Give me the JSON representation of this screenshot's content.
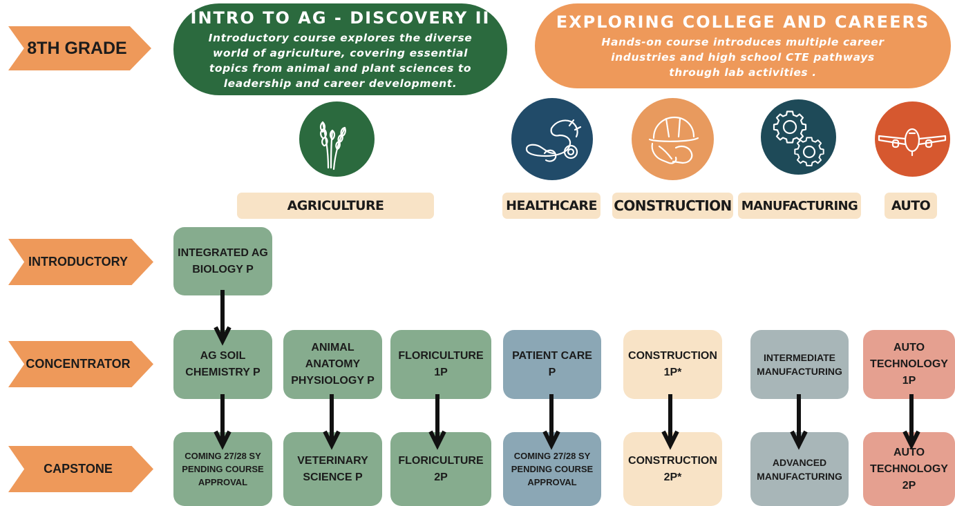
{
  "rows": {
    "eighth": "8TH GRADE",
    "intro": "INTRODUCTORY",
    "concentrator": "CONCENTRATOR",
    "capstone": "CAPSTONE"
  },
  "header": {
    "ag_title": "INTRO TO AG - DISCOVERY II",
    "ag_desc": "Introductory course explores the diverse\nworld of agriculture, covering essential\ntopics from animal and plant sciences to\nleadership and career development.",
    "ecc_title": "EXPLORING COLLEGE AND CAREERS",
    "ecc_desc": "Hands-on course introduces multiple career\nindustries and high school CTE pathways\nthrough lab activities ."
  },
  "pathways": {
    "agriculture": "AGRICULTURE",
    "healthcare": "HEALTHCARE",
    "construction": "CONSTRUCTION",
    "manufacturing": "MANUFACTURING",
    "auto": "AUTO"
  },
  "icons": [
    "wheat-icon",
    "stethoscope-icon",
    "hard-hat-gloves-icon",
    "gears-icon",
    "airplane-icon"
  ],
  "colors": {
    "ag_green": "#2b6a3e",
    "ecc_orange": "#ee995a",
    "health_blue": "#214b69",
    "construction_orange": "#e89a5e",
    "manufacturing_teal": "#1e4a58",
    "auto_red": "#d6582f"
  },
  "courses": {
    "integrated_ag_bio": "INTEGRATED AG\nBIOLOGY P",
    "ag_soil": "AG SOIL\nCHEMISTRY P",
    "animal_anatomy": "ANIMAL\nANATOMY\nPHYSIOLOGY P",
    "floriculture_1": "FLORICULTURE\n1P",
    "patient_care": "PATIENT CARE\nP",
    "construction_1": "CONSTRUCTION\n1P*",
    "intermediate_mfg": "INTERMEDIATE\nMANUFACTURING",
    "auto_tech_1": "AUTO\nTECHNOLOGY\n1P",
    "coming_ag": "COMING 27/28 SY\nPENDING COURSE\nAPPROVAL",
    "veterinary": "VETERINARY\nSCIENCE P",
    "floriculture_2": "FLORICULTURE\n2P",
    "coming_health": "COMING  27/28 SY\nPENDING COURSE\nAPPROVAL",
    "construction_2": "CONSTRUCTION\n2P*",
    "advanced_mfg": "ADVANCED\nMANUFACTURING",
    "auto_tech_2": "AUTO\nTECHNOLOGY\n2P"
  }
}
